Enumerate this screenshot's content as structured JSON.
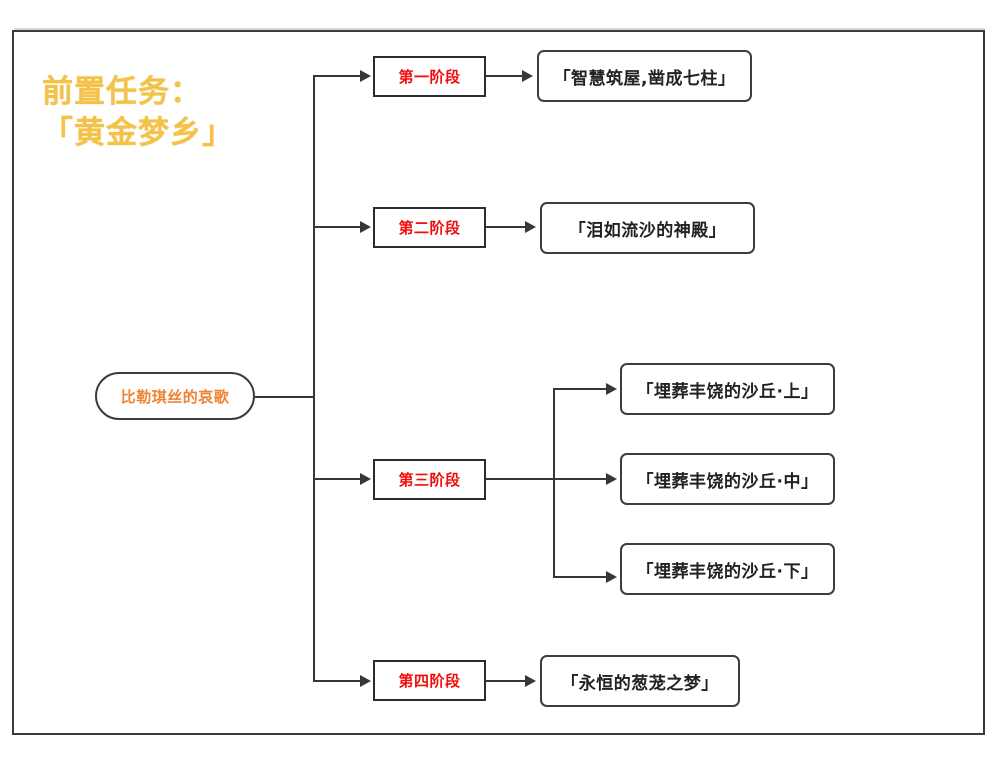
{
  "diagram": {
    "title_line1": "前置任务：",
    "title_line2": "「黄金梦乡」",
    "title_text": "前置任务：\n「黄金梦乡」",
    "root": {
      "label": "比勒琪丝的哀歌"
    },
    "stages": [
      {
        "label": "第一阶段",
        "quests": [
          "「智慧筑屋,凿成七柱」"
        ]
      },
      {
        "label": "第二阶段",
        "quests": [
          "「泪如流沙的神殿」"
        ]
      },
      {
        "label": "第三阶段",
        "quests": [
          "「埋葬丰饶的沙丘·上」",
          "「埋葬丰饶的沙丘·中」",
          "「埋葬丰饶的沙丘·下」"
        ]
      },
      {
        "label": "第四阶段",
        "quests": [
          "「永恒的葱茏之梦」"
        ]
      }
    ],
    "colors": {
      "title_gold": "#f3c24a",
      "root_orange": "#ef8334",
      "stage_red": "#f20d0d",
      "quest_text": "#222225",
      "line": "#37373a",
      "frame_border": "#3a3a3c",
      "background": "#ffffff"
    }
  }
}
